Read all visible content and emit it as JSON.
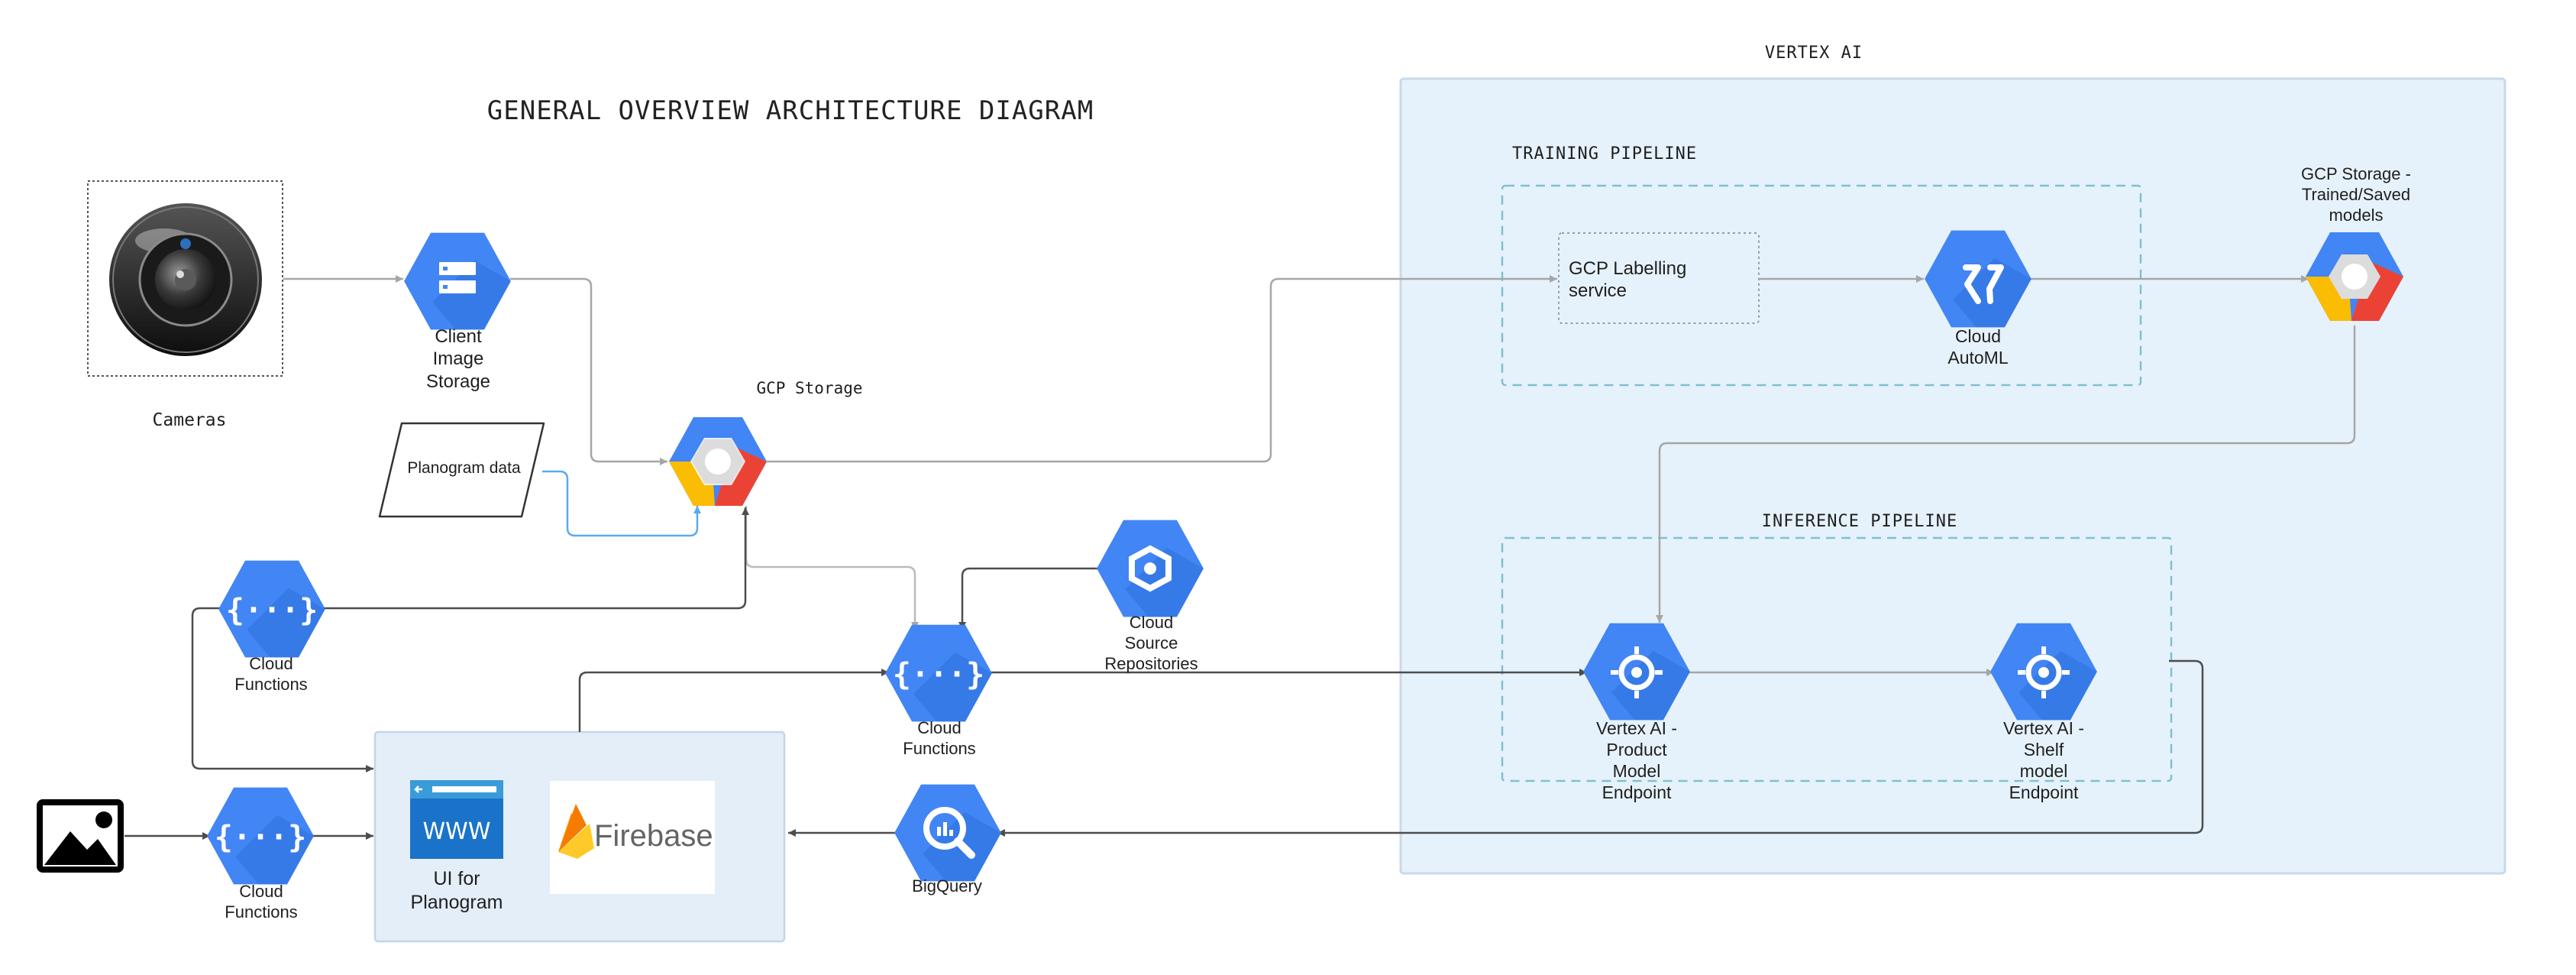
{
  "title": "GENERAL OVERVIEW  ARCHITECTURE DIAGRAM",
  "colors": {
    "gcp_blue": "#4285F4",
    "gcp_red": "#EA4335",
    "gcp_yellow": "#FBBC04",
    "vertex_panel": "#E6F2FB",
    "ui_panel": "#E3EEF8",
    "edge_gray": "#A6A6A6",
    "edge_dark": "#4D4D4D",
    "edge_blue": "#5AAAF0"
  },
  "groups": {
    "vertex_ai": "VERTEX AI",
    "training_pipeline": "TRAINING PIPELINE",
    "inference_pipeline": "INFERENCE PIPELINE"
  },
  "nodes": {
    "cameras": {
      "label": "Cameras",
      "icon": "security-camera-icon"
    },
    "client_image_storage": {
      "label": "Client\nImage\nStorage",
      "icon": "storage-icon"
    },
    "gcp_storage": {
      "label": "GCP Storage",
      "icon": "gcp-logo-icon"
    },
    "planogram_data": {
      "label": "Planogram data"
    },
    "gcp_labelling": {
      "label": "GCP Labelling\nservice"
    },
    "cloud_automl": {
      "label": "Cloud\nAutoML",
      "icon": "automl-icon"
    },
    "gcp_storage_models": {
      "label": "GCP Storage -\nTrained/Saved\nmodels",
      "icon": "gcp-logo-icon"
    },
    "cloud_functions_top": {
      "label": "Cloud\nFunctions",
      "icon": "cloud-functions-icon"
    },
    "cloud_functions_mid": {
      "label": "Cloud\nFunctions",
      "icon": "cloud-functions-icon"
    },
    "cloud_functions_bottom": {
      "label": "Cloud\nFunctions",
      "icon": "cloud-functions-icon"
    },
    "cloud_source_repos": {
      "label": "Cloud\nSource\nRepositories",
      "icon": "source-repositories-icon"
    },
    "vertex_product": {
      "label": "Vertex AI -\nProduct\nModel\nEndpoint",
      "icon": "vertex-endpoint-icon"
    },
    "vertex_shelf": {
      "label": "Vertex AI -\nShelf\nmodel\nEndpoint",
      "icon": "vertex-endpoint-icon"
    },
    "bigquery": {
      "label": "BigQuery",
      "icon": "bigquery-icon"
    },
    "ui_planogram": {
      "label": "UI for\nPlanogram",
      "icon": "www-icon",
      "icon_text": "WWW"
    },
    "firebase": {
      "label": "Firebase",
      "icon": "firebase-icon"
    },
    "image_input": {
      "icon": "image-icon"
    }
  }
}
